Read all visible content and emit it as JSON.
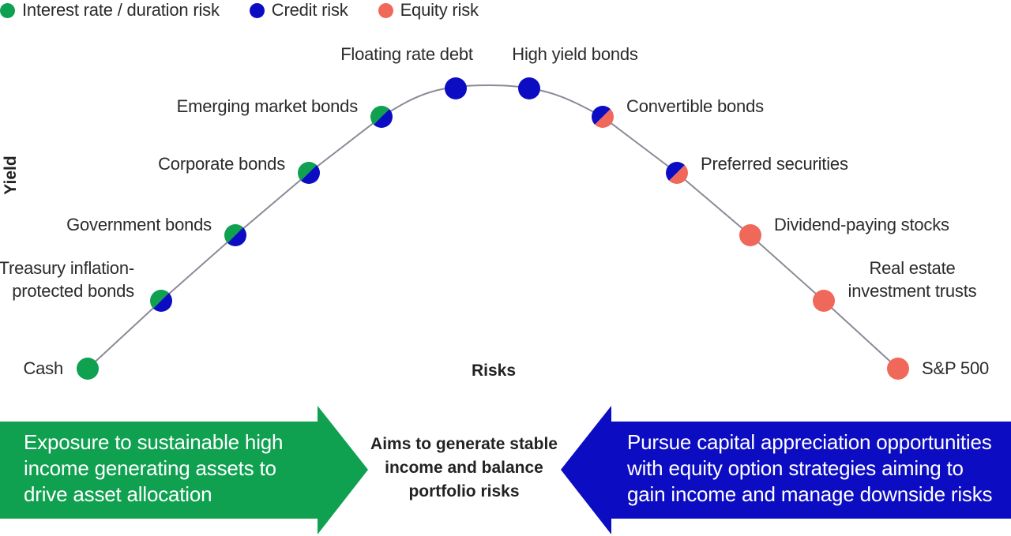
{
  "colors": {
    "interest": "#0fa050",
    "credit": "#0c0cc2",
    "equity": "#f0685a",
    "curve": "#8a8a98"
  },
  "legend": [
    {
      "label": "Interest rate / duration risk",
      "color": "#0fa050"
    },
    {
      "label": "Credit risk",
      "color": "#0c0cc2"
    },
    {
      "label": "Equity risk",
      "color": "#f0685a"
    }
  ],
  "axes": {
    "y_label": "Yield",
    "x_label": "Risks"
  },
  "points": [
    {
      "name": "Cash",
      "lines": [
        "Cash"
      ],
      "risks": [
        "interest"
      ]
    },
    {
      "name": "Treasury inflation-protected bonds",
      "lines": [
        "Treasury inflation-",
        "protected bonds"
      ],
      "risks": [
        "interest",
        "credit"
      ]
    },
    {
      "name": "Government bonds",
      "lines": [
        "Government bonds"
      ],
      "risks": [
        "interest",
        "credit"
      ]
    },
    {
      "name": "Corporate bonds",
      "lines": [
        "Corporate bonds"
      ],
      "risks": [
        "interest",
        "credit"
      ]
    },
    {
      "name": "Emerging market bonds",
      "lines": [
        "Emerging market bonds"
      ],
      "risks": [
        "interest",
        "credit"
      ]
    },
    {
      "name": "Floating rate debt",
      "lines": [
        "Floating rate debt"
      ],
      "risks": [
        "credit"
      ]
    },
    {
      "name": "High yield bonds",
      "lines": [
        "High yield bonds"
      ],
      "risks": [
        "credit"
      ]
    },
    {
      "name": "Convertible bonds",
      "lines": [
        "Convertible bonds"
      ],
      "risks": [
        "credit",
        "equity"
      ]
    },
    {
      "name": "Preferred securities",
      "lines": [
        "Preferred securities"
      ],
      "risks": [
        "credit",
        "equity"
      ]
    },
    {
      "name": "Dividend-paying stocks",
      "lines": [
        "Dividend-paying stocks"
      ],
      "risks": [
        "equity"
      ]
    },
    {
      "name": "Real estate investment trusts",
      "lines": [
        "Real estate",
        "investment trusts"
      ],
      "risks": [
        "equity"
      ]
    },
    {
      "name": "S&P 500",
      "lines": [
        "S&P 500"
      ],
      "risks": [
        "equity"
      ]
    }
  ],
  "banners": {
    "left": "Exposure to sustainable high income generating assets to drive asset allocation",
    "center": "Aims to generate stable income and balance portfolio risks",
    "right": "Pursue capital appreciation opportunities with equity option strategies aiming to gain income and manage downside risks"
  }
}
